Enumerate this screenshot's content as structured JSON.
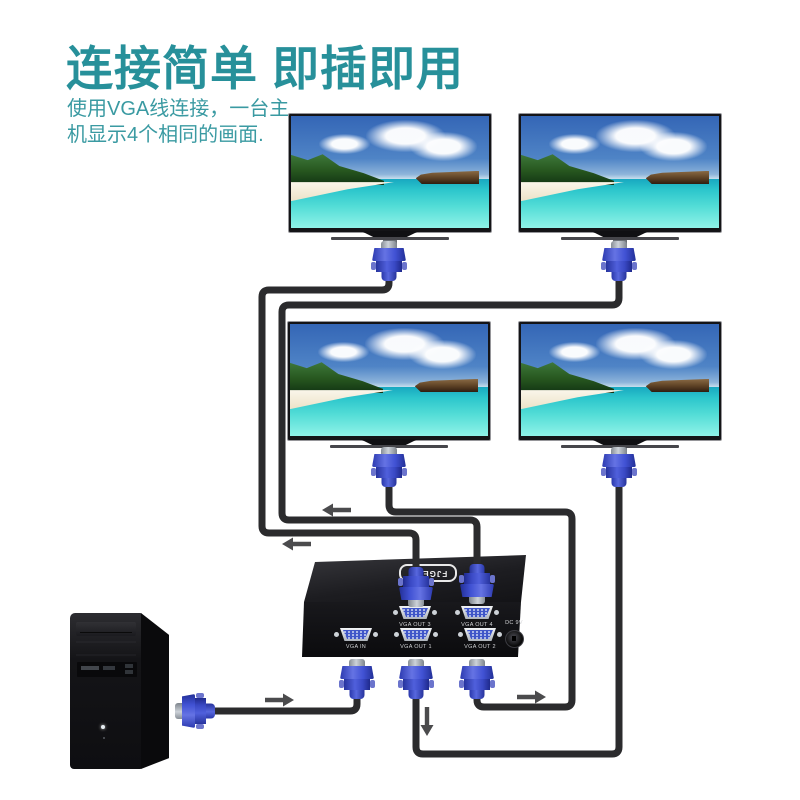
{
  "header": {
    "title": "连接简单 即插即用",
    "subtitle": "使用VGA线连接，一台主机显示4个相同的画面."
  },
  "splitter": {
    "logo": "FJGEAR",
    "power_label": "DC 9V",
    "ports_top": [
      {
        "label": "VGA OUT 3"
      },
      {
        "label": "VGA OUT 4"
      }
    ],
    "ports_bottom": [
      {
        "label": "VGA IN"
      },
      {
        "label": "VGA OUT 1"
      },
      {
        "label": "VGA OUT 2"
      }
    ]
  },
  "devices": {
    "computer": "desktop-pc-tower",
    "monitor_count": 4,
    "monitor_screen_image": "tropical-beach-island-bungalows"
  },
  "colors": {
    "title_teal": "#27909a",
    "vga_blue": "#4254d8",
    "cable_black": "#2b2b2d"
  }
}
